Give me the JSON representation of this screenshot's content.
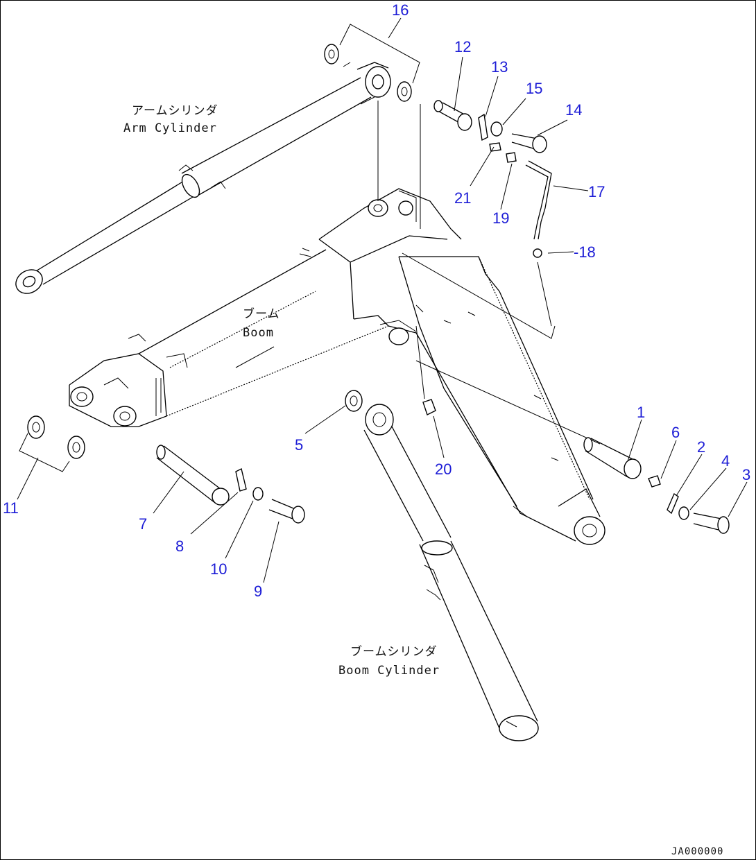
{
  "labels": {
    "arm_cylinder_jp": "アームシリンダ",
    "arm_cylinder_en": "Arm Cylinder",
    "boom_jp": "ブーム",
    "boom_en": "Boom",
    "boom_cylinder_jp": "ブームシリンダ",
    "boom_cylinder_en": "Boom Cylinder"
  },
  "drawing_code": "JA000000",
  "callouts": {
    "c1": "1",
    "c2": "2",
    "c3": "3",
    "c4": "4",
    "c5": "5",
    "c6": "6",
    "c7": "7",
    "c8": "8",
    "c9": "9",
    "c10": "10",
    "c11": "11",
    "c12": "12",
    "c13": "13",
    "c14": "14",
    "c15": "15",
    "c16": "16",
    "c17": "17",
    "c18": "-18",
    "c19": "19",
    "c20": "20",
    "c21": "21"
  },
  "colors": {
    "callout": "#1c1cd6",
    "line": "#000000",
    "background": "#ffffff"
  }
}
